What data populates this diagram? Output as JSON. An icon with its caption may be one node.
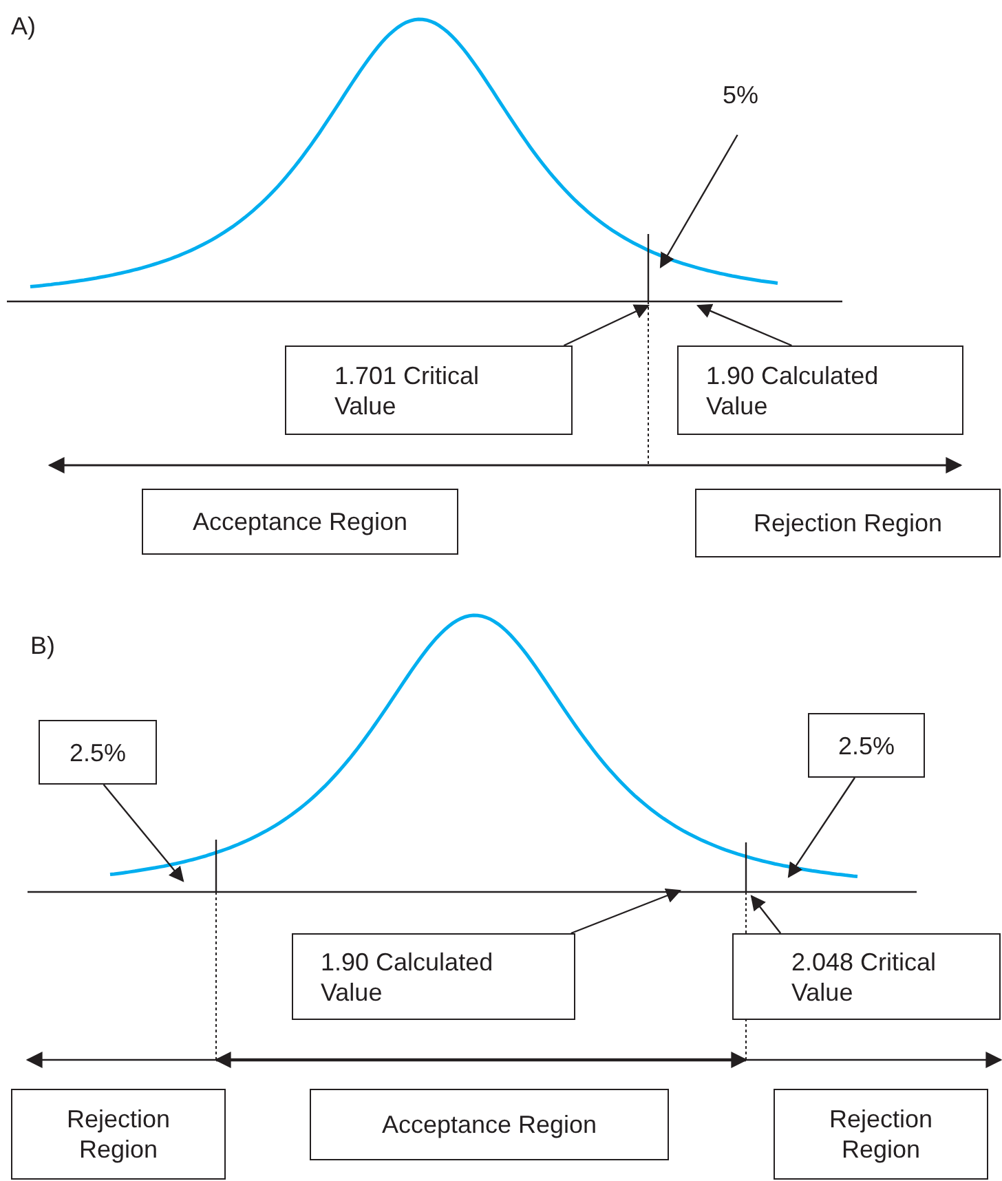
{
  "diagram": {
    "nodes": [
      {
        "text": [
          "1.701 Critical Value"
        ]
      },
      {
        "text": [
          "1.90 Calculated Value"
        ]
      },
      {
        "text": [
          "Acceptance Region"
        ]
      },
      {
        "text": [
          "Rejection Region"
        ]
      },
      {
        "text": [
          "5%"
        ]
      },
      {
        "text": [
          "2.5%"
        ]
      },
      {
        "text": [
          "2.5%"
        ]
      },
      {
        "text": [
          "1.90 Calculated Value"
        ]
      },
      {
        "text": [
          "2.048 Critical Value"
        ]
      },
      {
        "text": [
          "Rejection Region"
        ]
      },
      {
        "text": [
          "Acceptance Region"
        ]
      },
      {
        "text": [
          "Rejection Region"
        ]
      }
    ],
    "edges": [
      {
        "from": 4,
        "to": null,
        "arrow": "to"
      },
      {
        "from": 0,
        "to": null,
        "arrow": "to"
      },
      {
        "from": 1,
        "to": null,
        "arrow": "to"
      },
      {
        "from": 5,
        "to": null,
        "arrow": "to"
      },
      {
        "from": 6,
        "to": null,
        "arrow": "to"
      },
      {
        "from": 7,
        "to": null,
        "arrow": "to"
      },
      {
        "from": 8,
        "to": null,
        "arrow": "to"
      }
    ],
    "labels": [
      "A)",
      "B)"
    ]
  }
}
